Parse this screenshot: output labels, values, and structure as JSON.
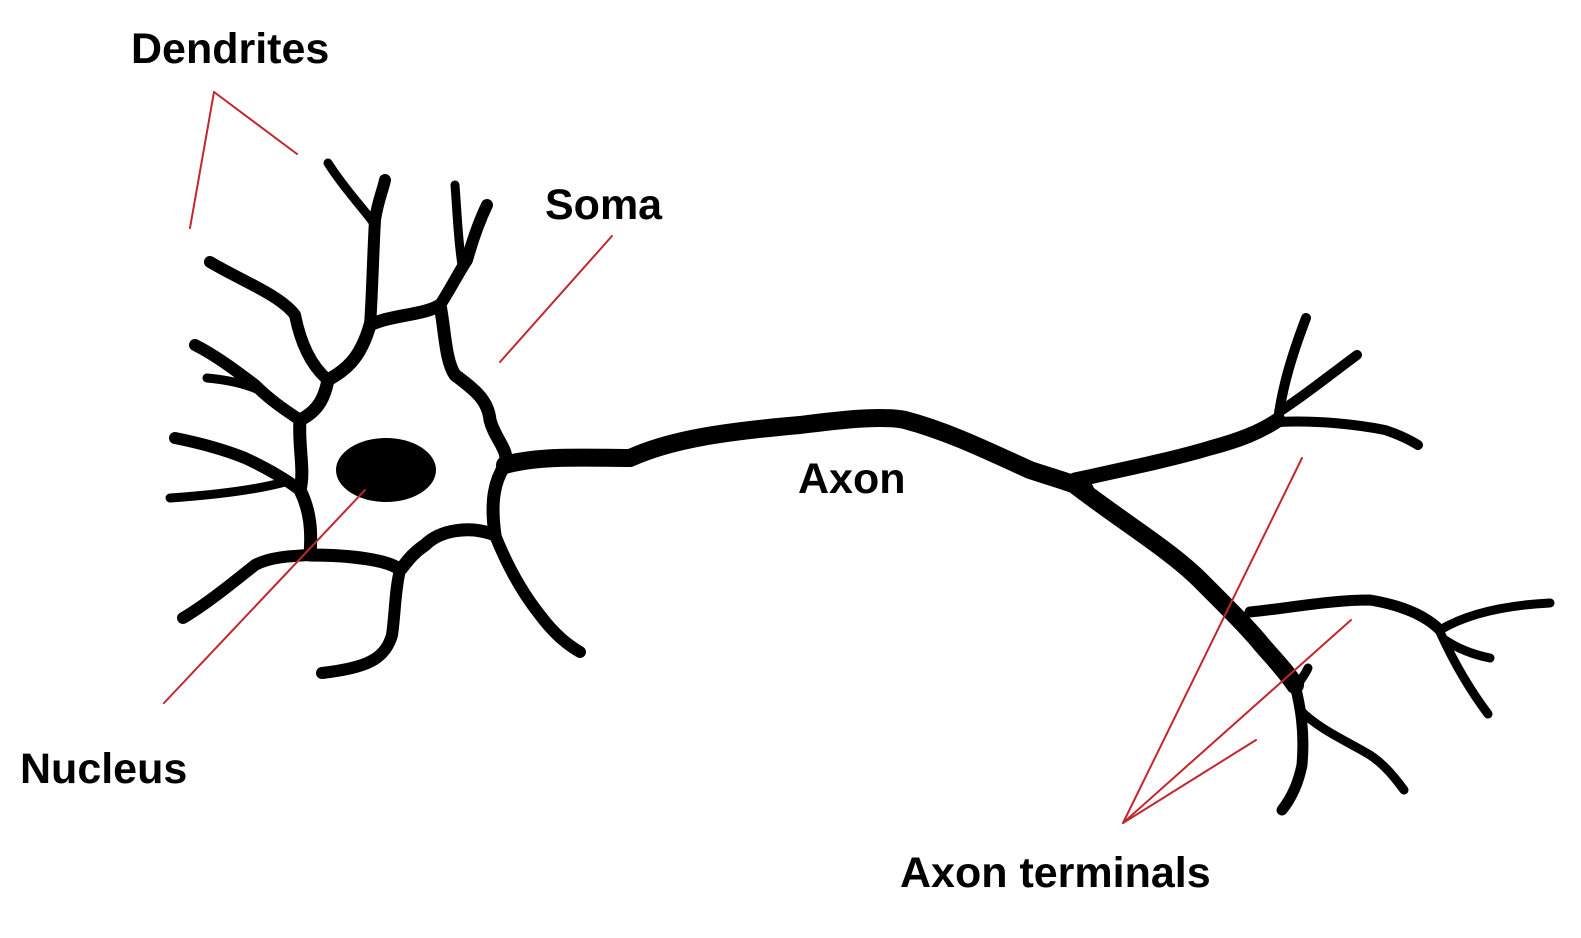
{
  "labels": {
    "dendrites": "Dendrites",
    "soma": "Soma",
    "axon": "Axon",
    "nucleus": "Nucleus",
    "axon_terminals": "Axon terminals"
  },
  "colors": {
    "neuron": "#000000",
    "leader_line": "#c0282d",
    "background": "#ffffff"
  }
}
